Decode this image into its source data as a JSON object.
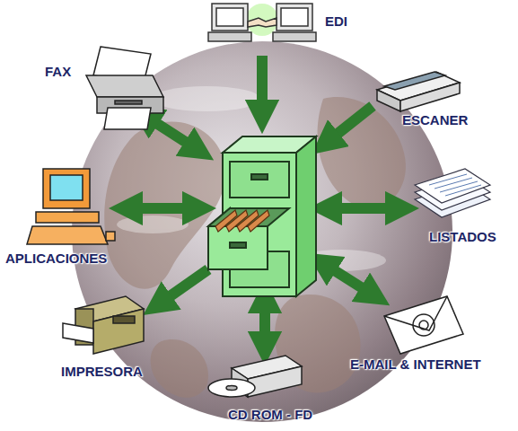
{
  "diagram": {
    "nodes": [
      {
        "text": [
          "EDI"
        ]
      },
      {
        "text": [
          "FAX"
        ]
      },
      {
        "text": [
          "ESCANER"
        ]
      },
      {
        "text": [
          "APLICACIONES"
        ]
      },
      {
        "text": [
          "LISTADOS"
        ]
      },
      {
        "text": [
          "IMPRESORA"
        ]
      },
      {
        "text": [
          "E-MAIL & INTERNET"
        ]
      },
      {
        "text": [
          "CD ROM - FD"
        ]
      }
    ]
  }
}
